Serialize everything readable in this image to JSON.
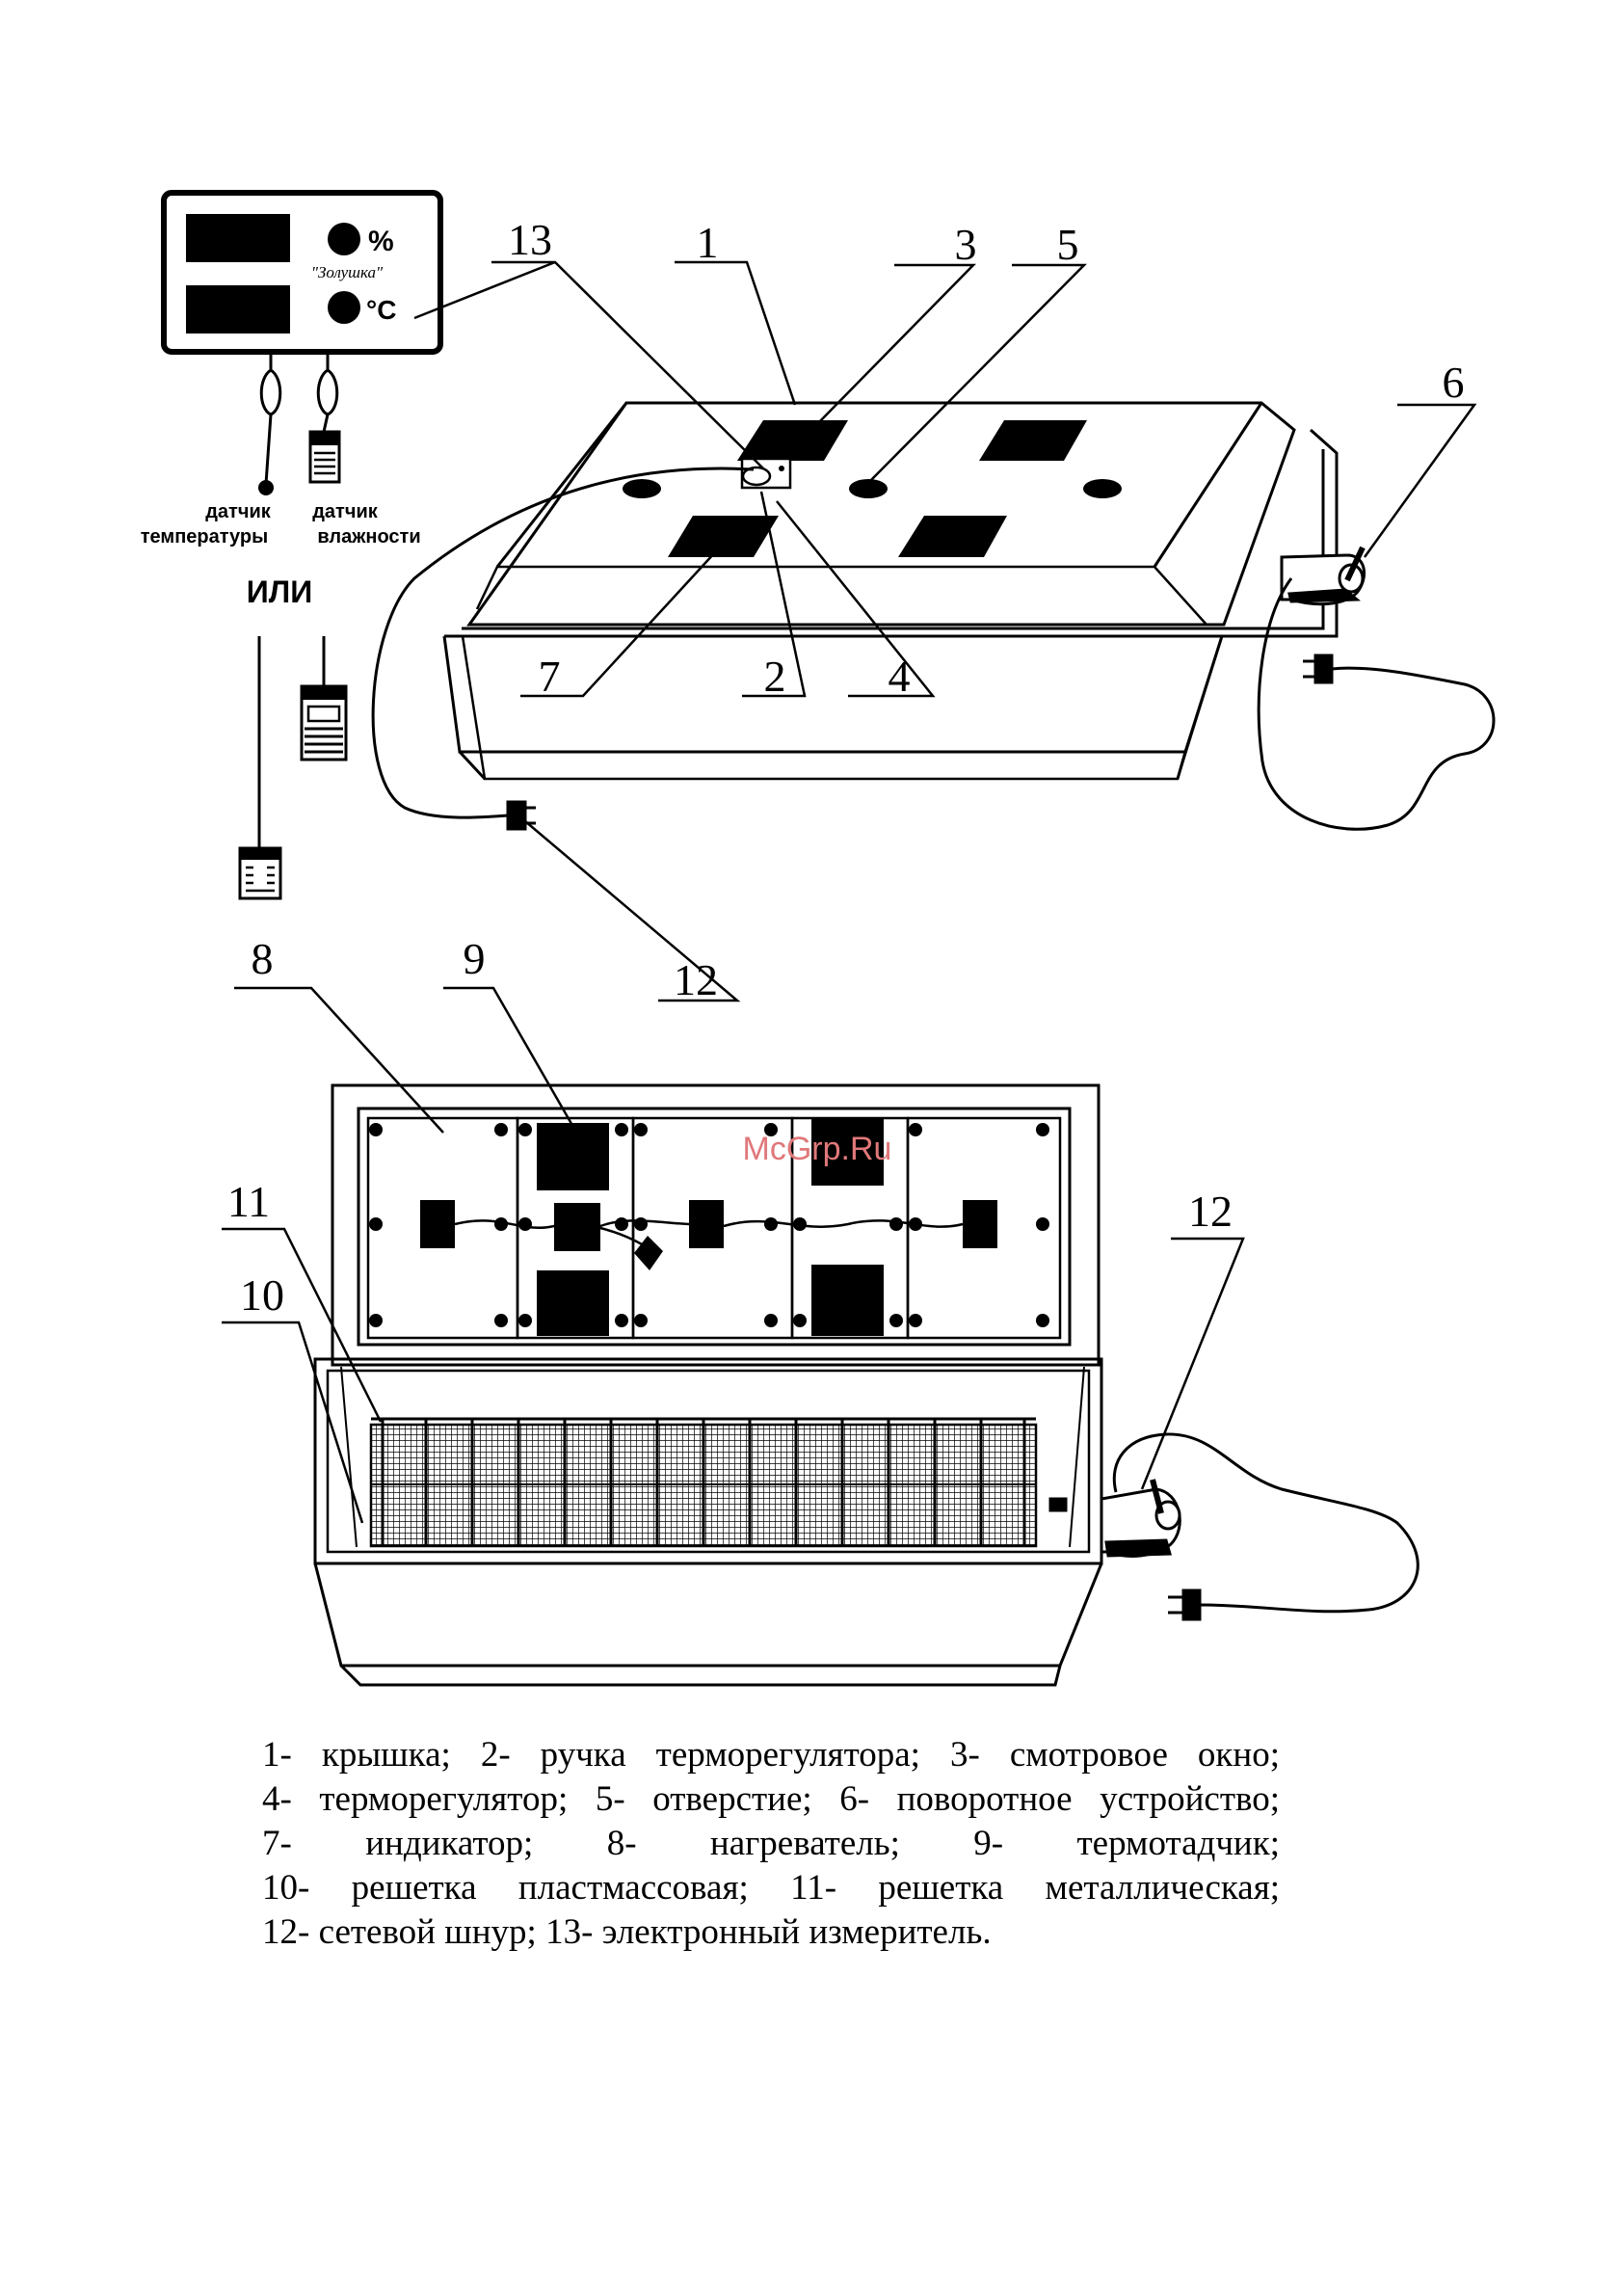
{
  "meter": {
    "brand": "\"Золушка\"",
    "unit_humidity": "%",
    "unit_temperature": "°C",
    "sensor_temperature": [
      "датчик",
      "температуры"
    ],
    "sensor_humidity": [
      "датчик",
      "влажности"
    ],
    "or_label": "ИЛИ"
  },
  "watermark": "McGrp.Ru",
  "callouts": {
    "n1": "1",
    "n2": "2",
    "n3": "3",
    "n4": "4",
    "n5": "5",
    "n6": "6",
    "n7": "7",
    "n8": "8",
    "n9": "9",
    "n10": "10",
    "n11": "11",
    "n12_top": "12",
    "n12_bottom": "12",
    "n13": "13"
  },
  "legend": [
    "1- крышка;",
    "2- ручка терморегулятора;",
    "3- смотровое окно;",
    "4- терморегулятор;",
    "5- отверстие;",
    "6- поворотное устройство;",
    "7- индикатор;",
    "8- нагреватель;",
    "9- термотадчик;",
    "10- решетка пластмассовая;",
    "11- решетка металлическая;",
    "12- сетевой шнур;",
    "13- электронный измеритель."
  ]
}
